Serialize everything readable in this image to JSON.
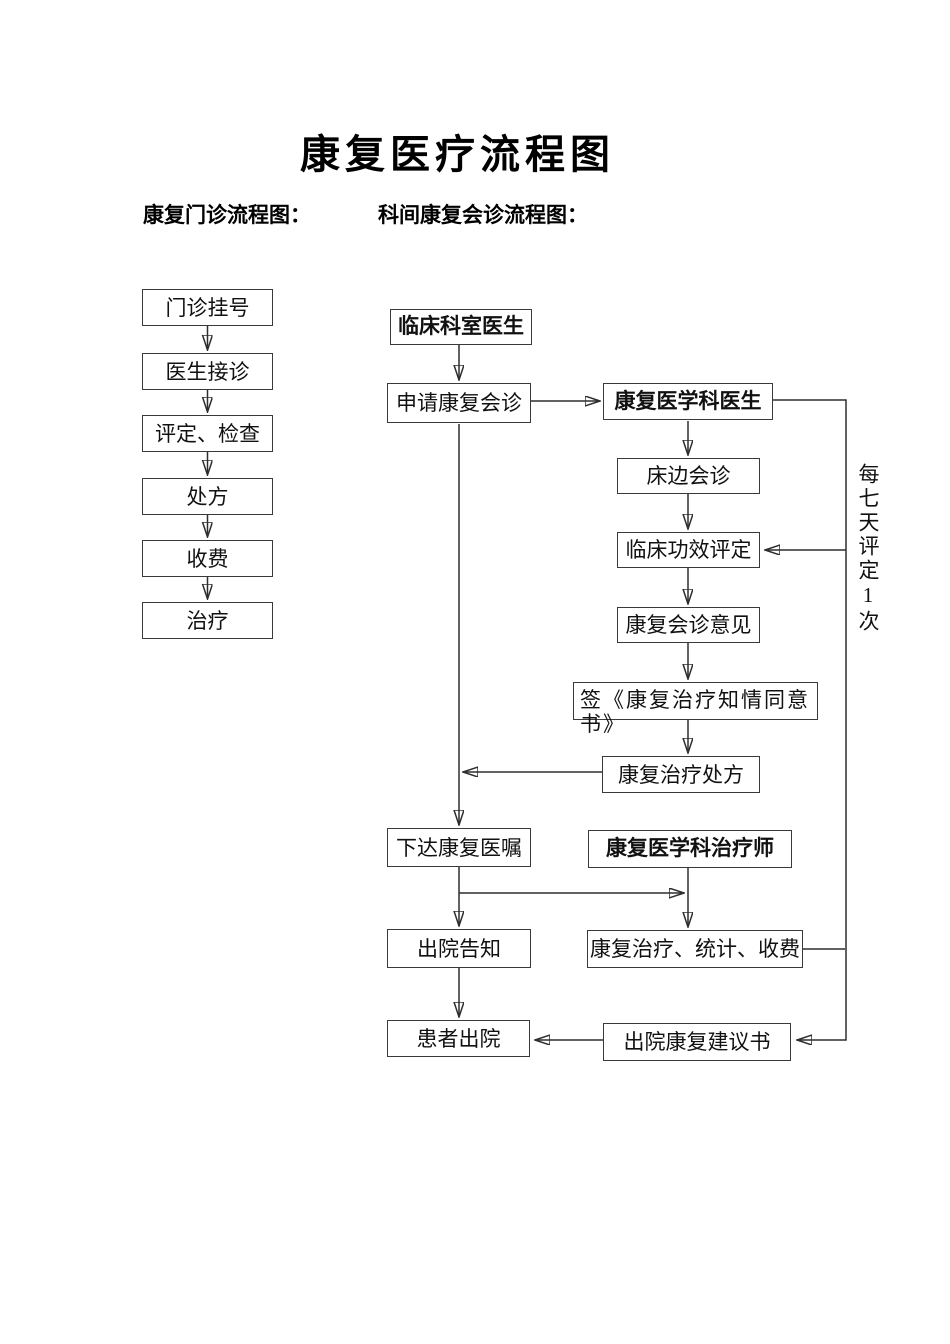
{
  "title": "康复医疗流程图",
  "left_flow": {
    "heading": "康复门诊流程图：",
    "nodes": [
      {
        "label": "门诊挂号"
      },
      {
        "label": "医生接诊"
      },
      {
        "label": "评定、检查"
      },
      {
        "label": "处方"
      },
      {
        "label": "收费"
      },
      {
        "label": "治疗"
      }
    ]
  },
  "right_flow": {
    "heading": "科间康复会诊流程图：",
    "nodes": [
      {
        "label": "临床科室医生",
        "bold": true
      },
      {
        "label": "申请康复会诊"
      },
      {
        "label": "康复医学科医生",
        "bold": true
      },
      {
        "label": "床边会诊"
      },
      {
        "label": "临床功效评定"
      },
      {
        "label": "康复会诊意见"
      },
      {
        "label": "签《康复治疗知情同意书》"
      },
      {
        "label": "康复治疗处方"
      },
      {
        "label": "下达康复医嘱"
      },
      {
        "label": "康复医学科治疗师",
        "bold": true
      },
      {
        "label": "出院告知"
      },
      {
        "label": "康复治疗、统计、收费"
      },
      {
        "label": "患者出院"
      },
      {
        "label": "出院康复建议书"
      }
    ],
    "side_note": "每七天评定1次"
  }
}
